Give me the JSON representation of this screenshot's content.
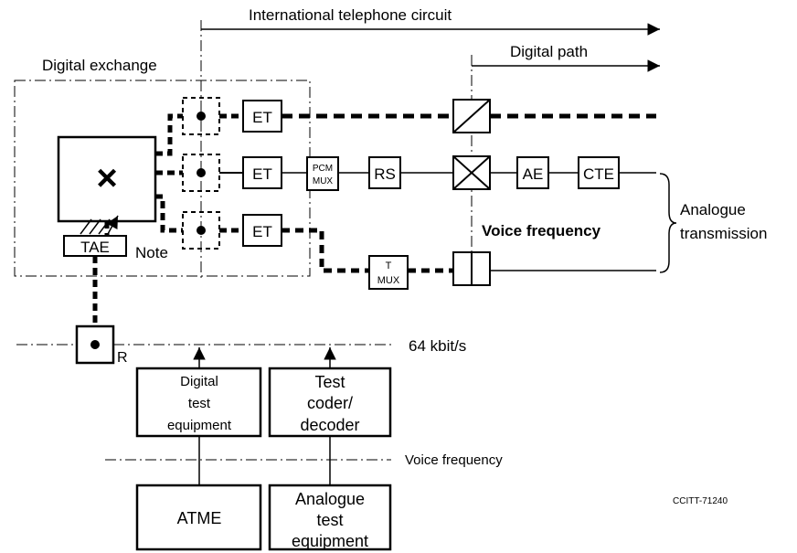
{
  "labels": {
    "intl_circuit": "International telephone circuit",
    "digital_path": "Digital path",
    "digital_exchange": "Digital exchange",
    "switch_symbol": "×",
    "et_top": "ET",
    "et_mid": "ET",
    "et_bot": "ET",
    "pcm": "PCM",
    "mux": "MUX",
    "rs": "RS",
    "ae": "AE",
    "cte": "CTE",
    "t": "T",
    "t_mux": "MUX",
    "tae": "TAE",
    "note": "Note",
    "voice_freq_upper": "Voice frequency",
    "analogue": "Analogue",
    "transmission": "transmission",
    "r": "R",
    "rate_64": "64 kbit/s",
    "dte_1": "Digital",
    "dte_2": "test",
    "dte_3": "equipment",
    "tcd_1": "Test",
    "tcd_2": "coder/",
    "tcd_3": "decoder",
    "voice_freq_lower": "Voice frequency",
    "atme": "ATME",
    "ate_1": "Analogue",
    "ate_2": "test",
    "ate_3": "equipment",
    "figure_id": "CCITT-71240"
  }
}
